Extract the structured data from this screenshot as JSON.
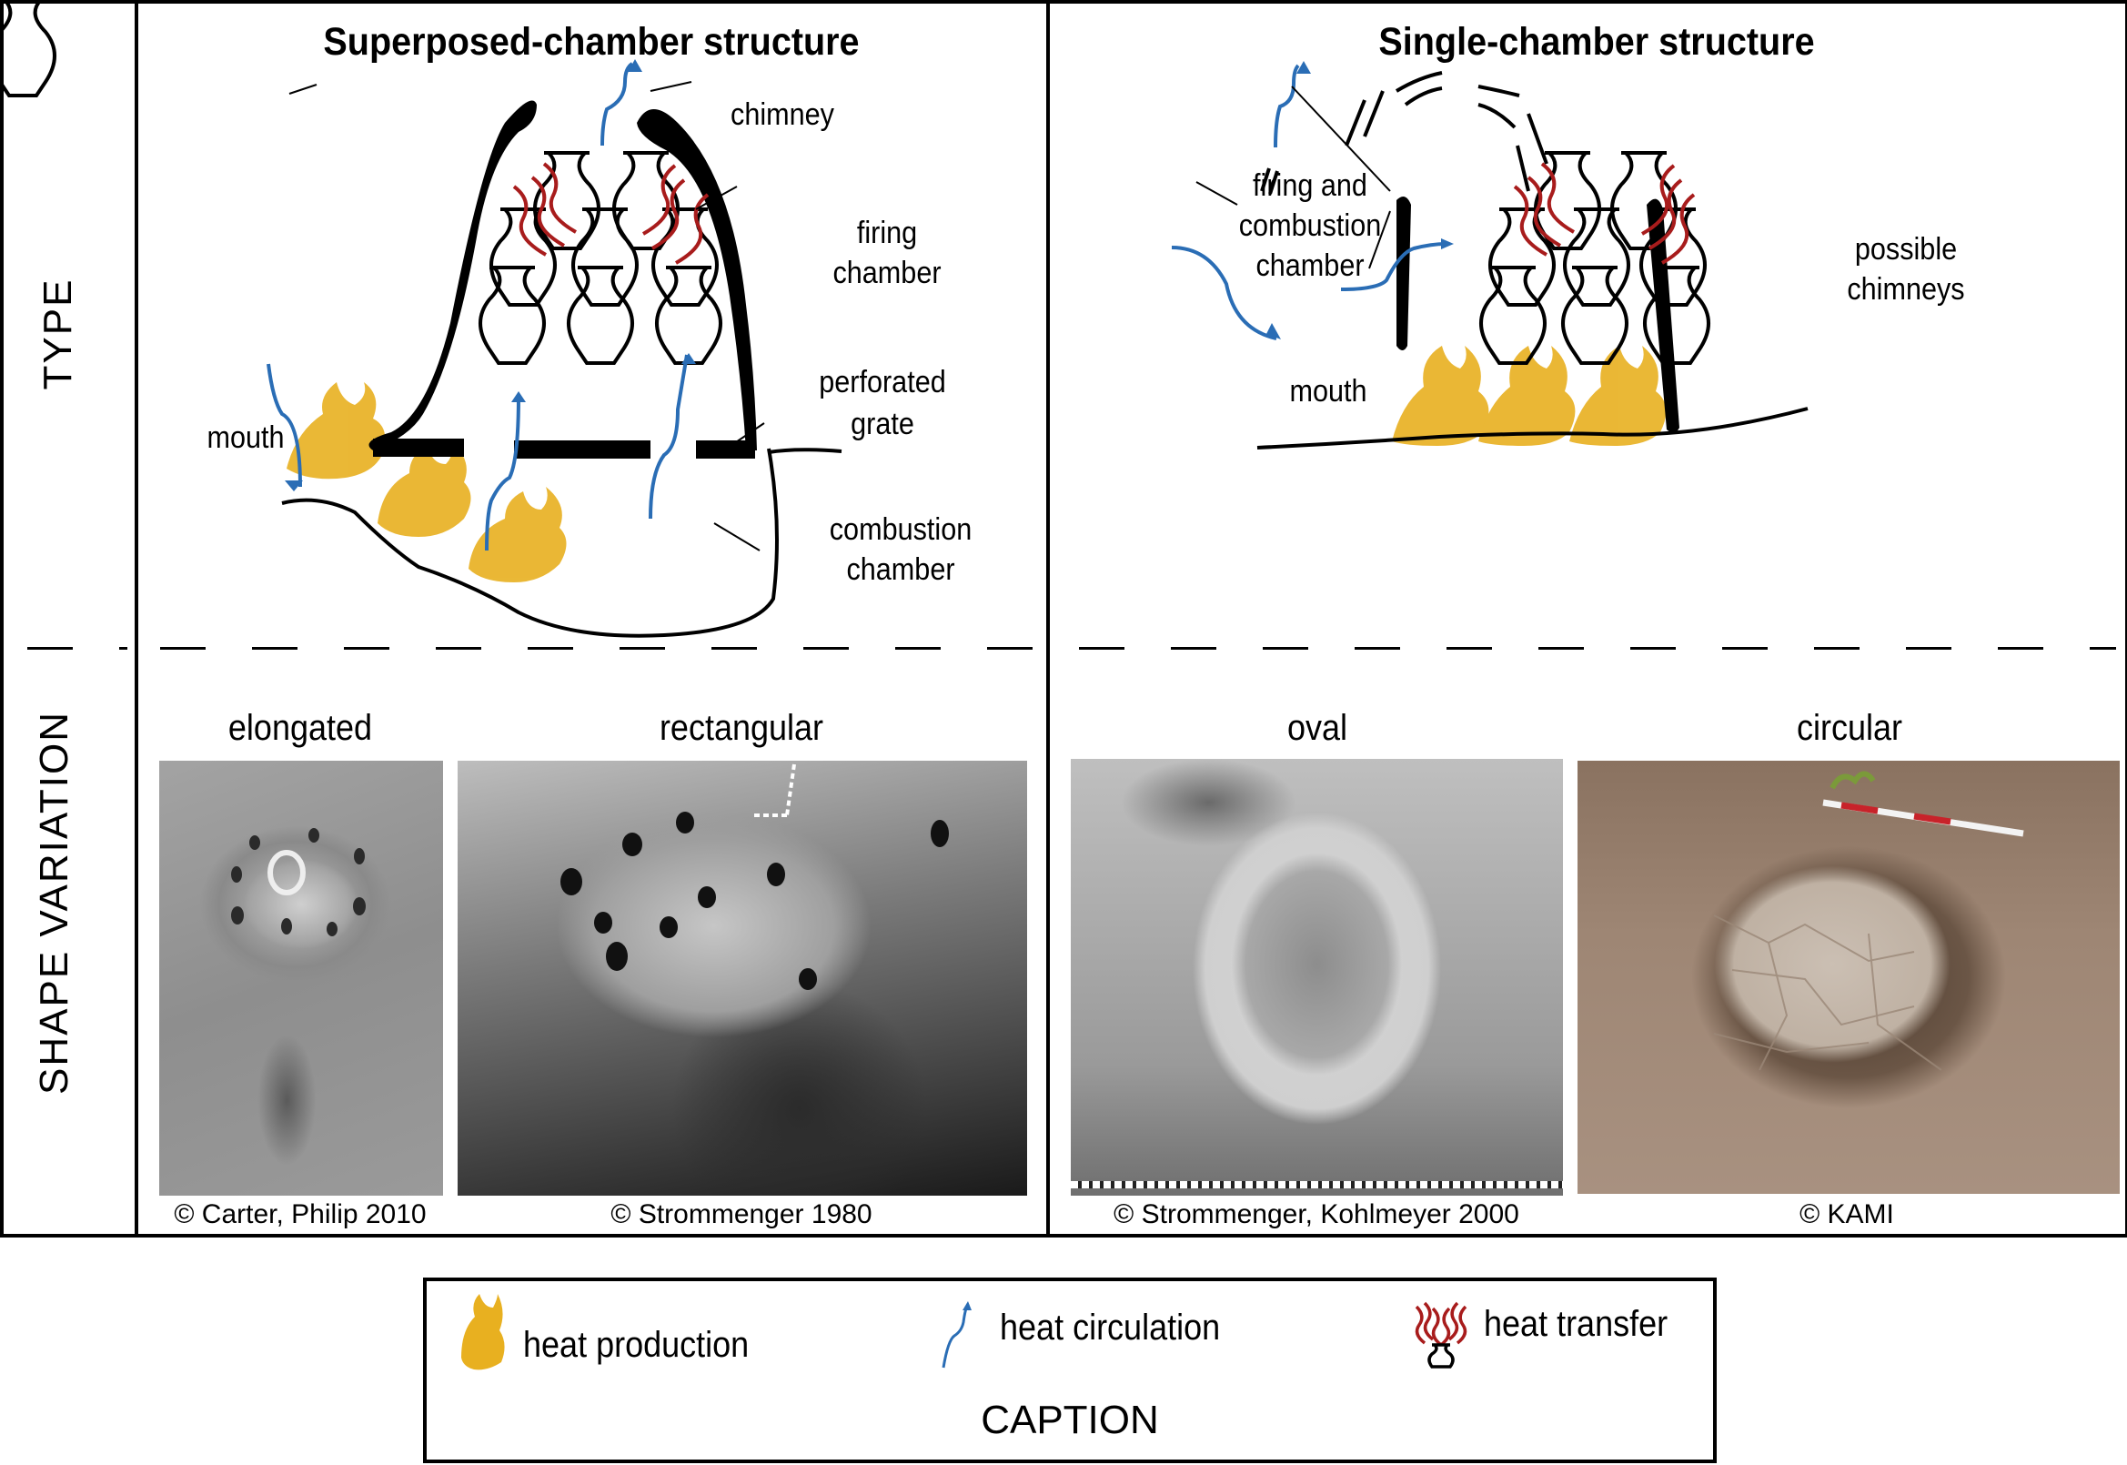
{
  "figure": {
    "row_labels": {
      "type": "TYPE",
      "shape_variation": "SHAPE VARIATION"
    },
    "panels": [
      {
        "id": "superposed",
        "title": "Superposed-chamber structure",
        "labels": {
          "chimney": "chimney",
          "firing_chamber_1": "firing",
          "firing_chamber_2": "chamber",
          "perforated_grate_1": "perforated",
          "perforated_grate_2": "grate",
          "mouth": "mouth",
          "combustion_chamber_1": "combustion",
          "combustion_chamber_2": "chamber"
        }
      },
      {
        "id": "single",
        "title": "Single-chamber structure",
        "labels": {
          "firing_and_combustion_1": "firing and",
          "firing_and_combustion_2": "combustion",
          "firing_and_combustion_3": "chamber",
          "possible_chimneys_1": "possible",
          "possible_chimneys_2": "chimneys",
          "mouth": "mouth"
        }
      }
    ],
    "shapes": [
      {
        "name": "elongated",
        "credit": "© Carter, Philip 2010",
        "photo_tone": "grayscale"
      },
      {
        "name": "rectangular",
        "credit": "© Strommenger 1980",
        "photo_tone": "grayscale-high-contrast"
      },
      {
        "name": "oval",
        "credit": "© Strommenger, Kohlmeyer 2000",
        "photo_tone": "grayscale"
      },
      {
        "name": "circular",
        "credit": "© KAMI",
        "photo_tone": "color-earth"
      }
    ]
  },
  "legend": {
    "items": [
      {
        "icon": "flame-icon",
        "label": "heat production"
      },
      {
        "icon": "curved-arrow-icon",
        "label": "heat circulation"
      },
      {
        "icon": "pot-heat-waves-icon",
        "label": "heat transfer"
      }
    ],
    "caption": "CAPTION"
  },
  "colors": {
    "heat_production": "#e8b020",
    "heat_circulation": "#2a6db5",
    "heat_transfer": "#a81c1c",
    "structure": "#000000"
  }
}
